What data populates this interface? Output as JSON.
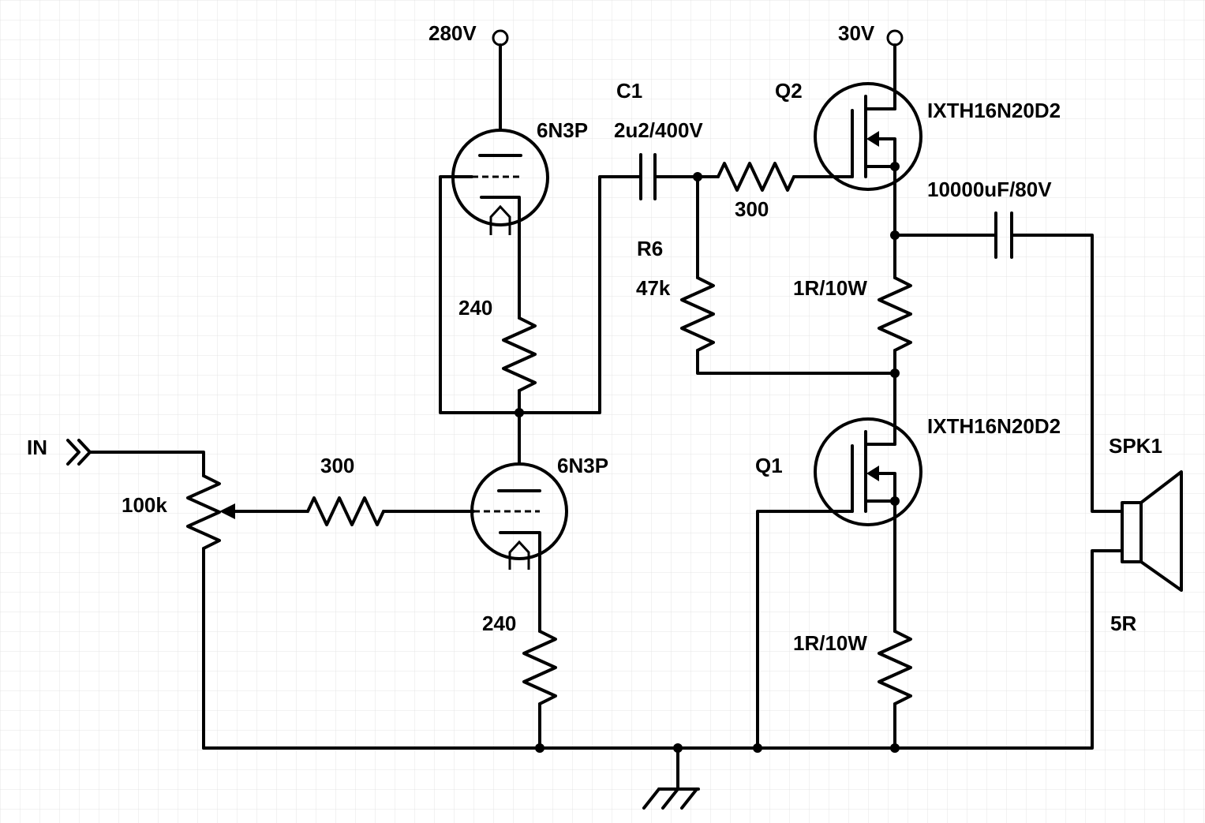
{
  "labels": {
    "supply_high": "280V",
    "supply_low": "30V",
    "c1_ref": "C1",
    "c1_value": "2u2/400V",
    "q2_ref": "Q2",
    "q2_part": "IXTH16N20D2",
    "tube_top": "6N3P",
    "r_gate_q2": "300",
    "r6_ref": "R6",
    "r6_value": "47k",
    "out_cap": "10000uF/80V",
    "r_source_q2": "1R/10W",
    "r_plate": "240",
    "q1_part": "IXTH16N20D2",
    "spk_ref": "SPK1",
    "input": "IN",
    "r_grid": "300",
    "tube_bottom": "6N3P",
    "q1_ref": "Q1",
    "pot": "100k",
    "r_cathode": "240",
    "r_source_q1": "1R/10W",
    "spk_value": "5R"
  }
}
